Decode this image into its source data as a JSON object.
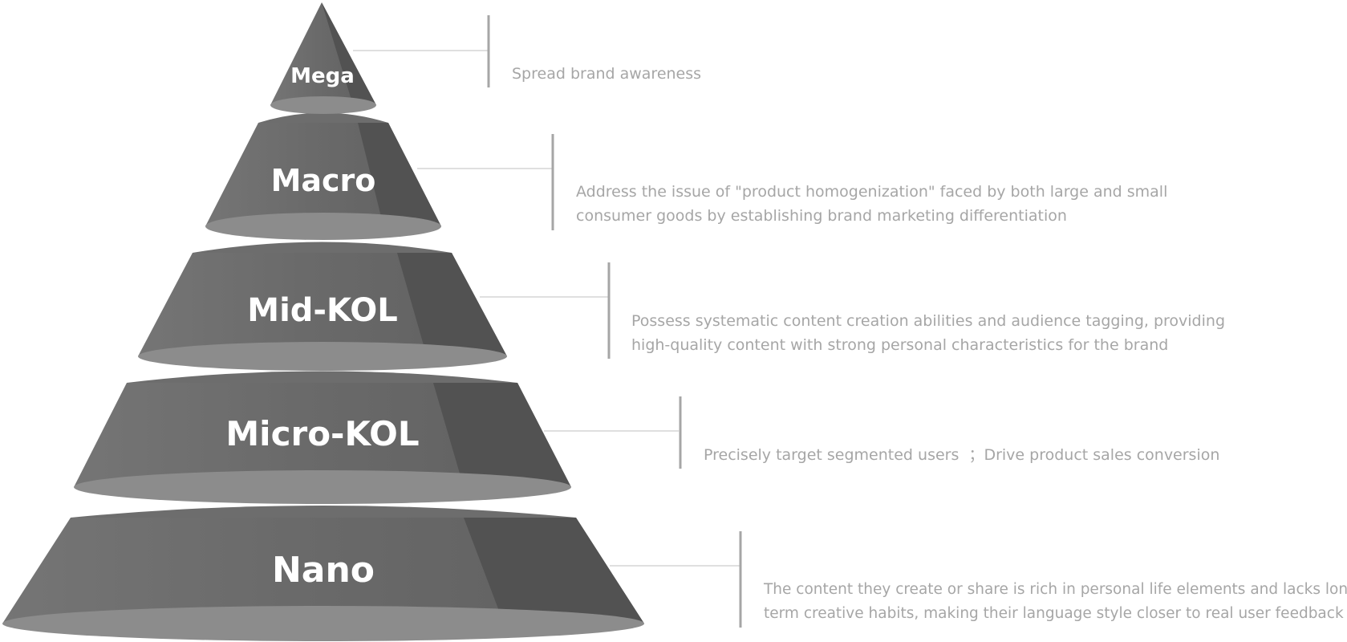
{
  "tiers": [
    {
      "label": "Mega",
      "lines": [
        "Spread brand awareness"
      ]
    },
    {
      "label": "Macro",
      "lines": [
        "Address the issue of \"product homogenization\" faced by both large and small",
        "consumer goods by establishing brand marketing differentiation"
      ]
    },
    {
      "label": "Mid-KOL",
      "lines": [
        "Possess systematic content creation abilities and audience tagging, providing",
        "high-quality content with strong personal characteristics for the brand"
      ]
    },
    {
      "label": "Micro-KOL",
      "lines": [
        "Precisely target segmented users  ；Drive product sales conversion"
      ]
    },
    {
      "label": "Nano",
      "lines": [
        "The content they create or share is rich in personal life elements and lacks long-",
        "term creative habits, making their language style closer to real user feedback"
      ]
    }
  ],
  "colors": {
    "tier_light": "#6f6f6f",
    "tier_dark": "#525252",
    "ellipse": "#8c8c8c",
    "connector": "#cccccc",
    "bracket": "#a6a6a6",
    "text": "#a6a6a6"
  }
}
